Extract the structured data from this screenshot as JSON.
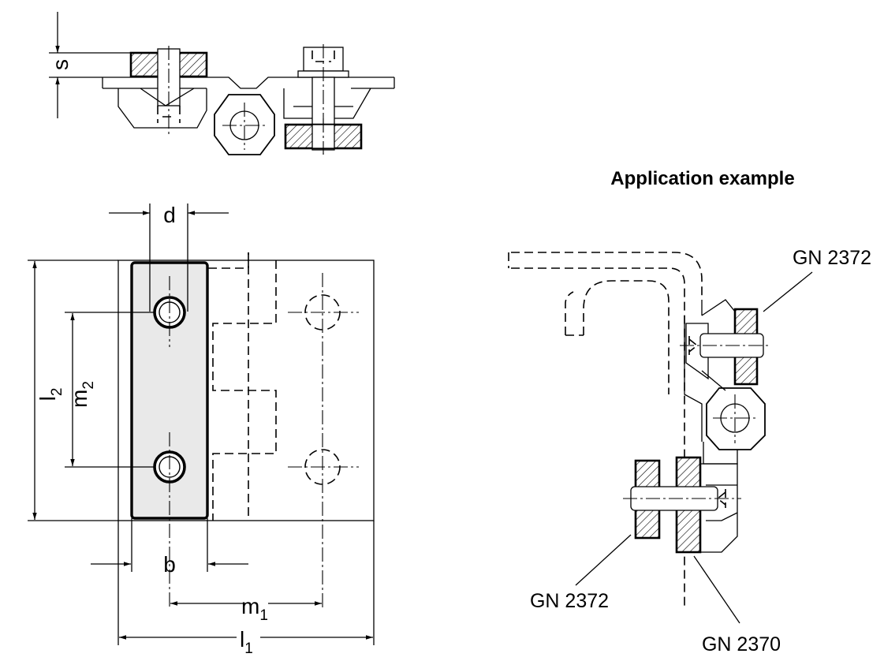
{
  "figure": {
    "dimensions": {
      "s": "s",
      "d": "d",
      "b": "b",
      "l1": {
        "main": "l",
        "sub": "1"
      },
      "l2": {
        "main": "l",
        "sub": "2"
      },
      "m1": {
        "main": "m",
        "sub": "1"
      },
      "m2": {
        "main": "m",
        "sub": "2"
      }
    },
    "application": {
      "title": "Application example",
      "callouts": {
        "top": "GN 2372",
        "bottom_left": "GN 2372",
        "bottom_right": "GN 2370"
      }
    }
  }
}
